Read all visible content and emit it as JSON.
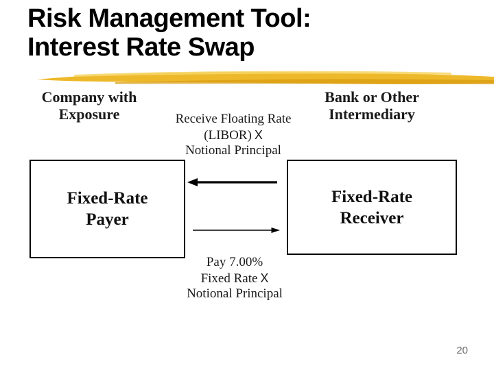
{
  "slide": {
    "title_line1": "Risk Management Tool:",
    "title_line2": "Interest Rate Swap",
    "page_number": "20"
  },
  "parties": {
    "company": {
      "label_line1": "Company with",
      "label_line2": "Exposure",
      "box_line1": "Fixed-Rate",
      "box_line2": "Payer"
    },
    "bank": {
      "label_line1": "Bank or Other",
      "label_line2": "Intermediary",
      "box_line1": "Fixed-Rate",
      "box_line2": "Receiver"
    }
  },
  "flows": {
    "receive": {
      "line1": "Receive Floating Rate",
      "line2_text": "(LIBOR)",
      "line2_x": "X",
      "line3": "Notional Principal",
      "arrow_direction": "left"
    },
    "pay": {
      "line1": "Pay 7.00%",
      "line2_text": "Fixed Rate",
      "line2_x": "X",
      "line3": "Notional Principal",
      "arrow_direction": "right"
    }
  },
  "colors": {
    "title_text": "#000000",
    "body_text": "#1a1a1a",
    "box_border": "#000000",
    "arrow": "#000000",
    "swoosh_gold": "#EDB92B",
    "swoosh_dark": "#D89C12",
    "swoosh_light": "#F6D667",
    "page_number": "#6b6b6b"
  }
}
